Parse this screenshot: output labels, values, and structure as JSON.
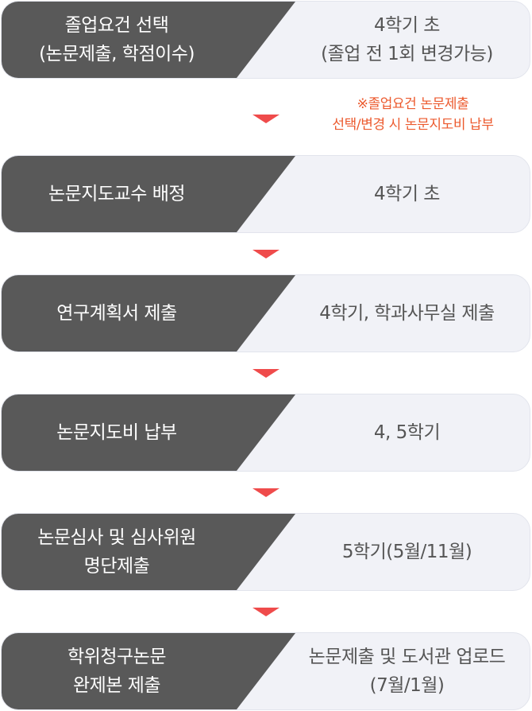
{
  "steps": [
    {
      "title_lines": [
        "졸업요건 선택",
        "(논문제출, 학점이수)"
      ],
      "detail_lines": [
        "4학기 초",
        "(졸업 전 1회 변경가능)"
      ]
    },
    {
      "title_lines": [
        "논문지도교수 배정"
      ],
      "detail_lines": [
        "4학기 초"
      ]
    },
    {
      "title_lines": [
        "연구계획서 제출"
      ],
      "detail_lines": [
        "4학기, 학과사무실 제출"
      ]
    },
    {
      "title_lines": [
        "논문지도비 납부"
      ],
      "detail_lines": [
        "4, 5학기"
      ]
    },
    {
      "title_lines": [
        "논문심사 및 심사위원",
        "명단제출"
      ],
      "detail_lines": [
        "5학기(5월/11월)"
      ]
    },
    {
      "title_lines": [
        "학위청구논문",
        "완제본 제출"
      ],
      "detail_lines": [
        "논문제출 및 도서관 업로드",
        "(7월/1월)"
      ]
    }
  ],
  "note": {
    "lines": [
      "※졸업요건 논문제출",
      "선택/변경 시 논문지도비 납부"
    ],
    "color": "#ec5a2e"
  },
  "colors": {
    "title_bg": "#595959",
    "detail_bg": "#f1f2f7",
    "arrow": "#ef4b4b"
  }
}
